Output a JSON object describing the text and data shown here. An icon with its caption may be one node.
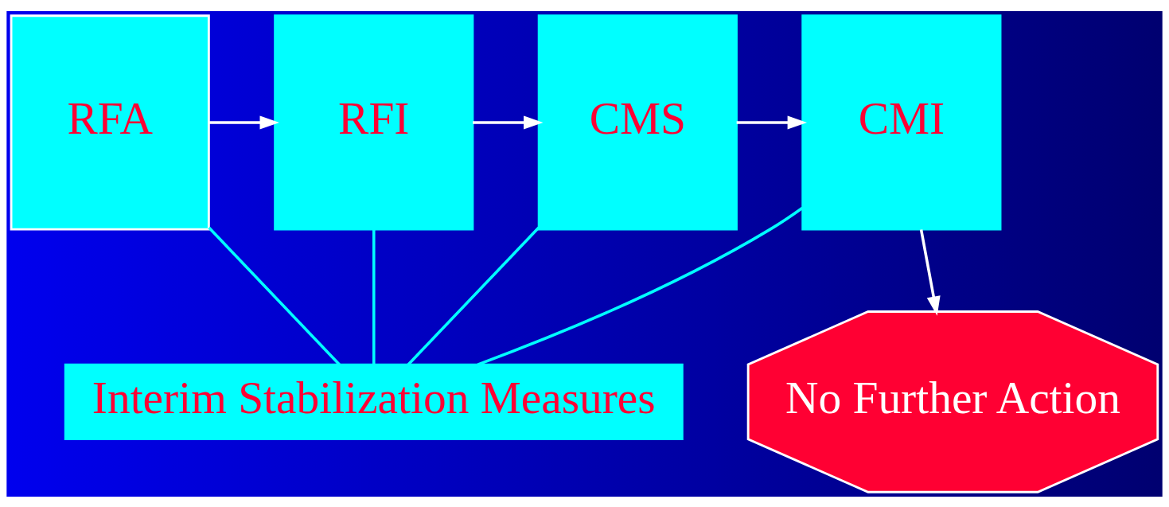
{
  "diagram": {
    "nodes": [
      {
        "text": [
          "RFA"
        ]
      },
      {
        "text": [
          "RFI"
        ]
      },
      {
        "text": [
          "CMS"
        ]
      },
      {
        "text": [
          "CMI"
        ]
      },
      {
        "text": [
          "Interim Stabilization Measures"
        ]
      },
      {
        "text": [
          "No Further Action"
        ]
      }
    ],
    "edges": [
      {
        "from": 0,
        "to": 1,
        "arrow": "to"
      },
      {
        "from": 1,
        "to": 2,
        "arrow": "to"
      },
      {
        "from": 2,
        "to": 3,
        "arrow": "to"
      },
      {
        "from": 3,
        "to": 5,
        "arrow": "to"
      },
      {
        "from": 0,
        "to": 4,
        "arrow": "none",
        "color": "#00ffff"
      },
      {
        "from": 1,
        "to": 4,
        "arrow": "none",
        "color": "#00ffff"
      },
      {
        "from": 2,
        "to": 4,
        "arrow": "none",
        "color": "#00ffff"
      },
      {
        "from": 3,
        "to": 4,
        "arrow": "none",
        "color": "#00ffff"
      }
    ]
  }
}
